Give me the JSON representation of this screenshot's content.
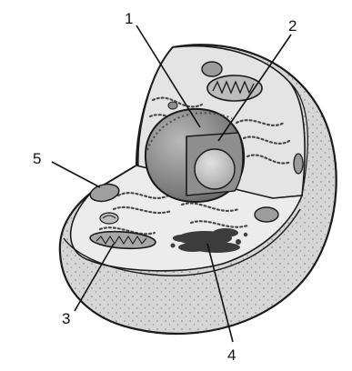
{
  "labels": [
    {
      "number": "1"
    },
    {
      "number": "2"
    },
    {
      "number": "3"
    },
    {
      "number": "4"
    },
    {
      "number": "5"
    }
  ],
  "colors": {
    "outline": "#1a1a1a",
    "membrane_fill": "#d6d6d6",
    "cytoplasm_fill": "#e4e4e4",
    "cut_face_fill": "#ececec",
    "nucleus_dark": "#7a7a7a",
    "nucleus_mid": "#a9a9a9",
    "nucleolus": "#c9c9c9",
    "stipple": "#5a5a5a"
  }
}
